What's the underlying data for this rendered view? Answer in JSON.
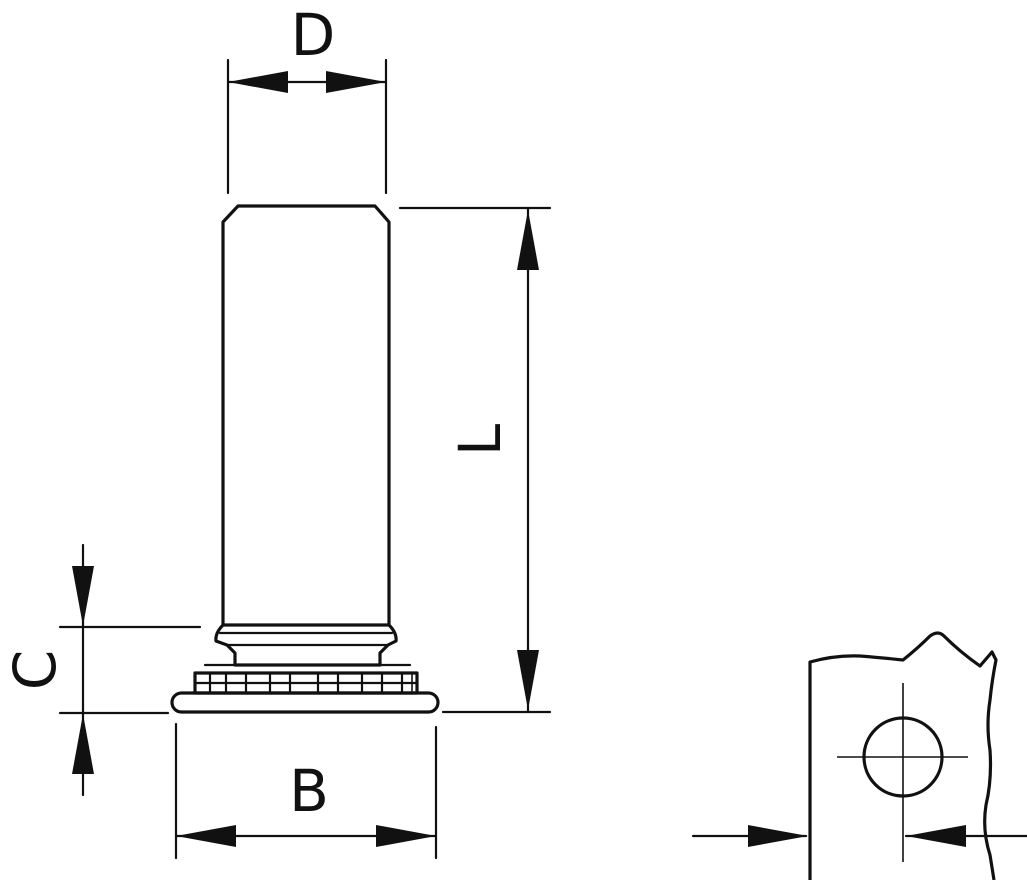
{
  "dimensions": {
    "D": "D",
    "L": "L",
    "C": "C",
    "B": "B"
  },
  "colors": {
    "stroke": "#111111",
    "background": "#ffffff"
  }
}
